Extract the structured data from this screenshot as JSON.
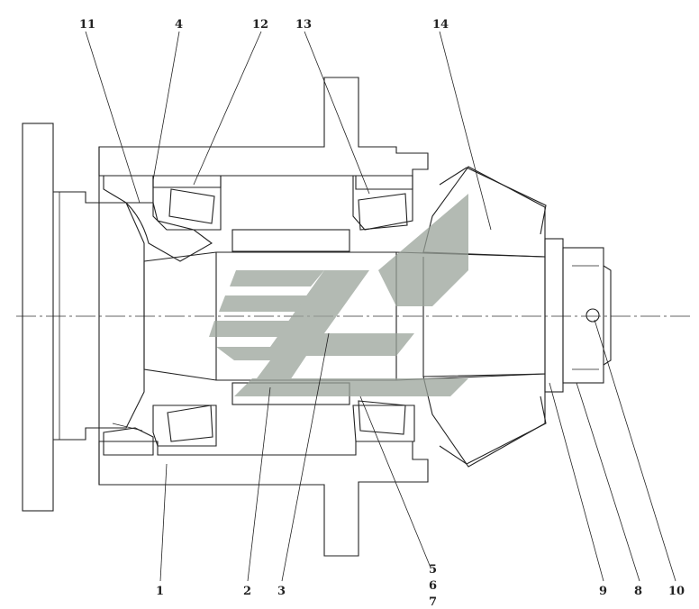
{
  "callouts": [
    {
      "id": "1",
      "text": "1"
    },
    {
      "id": "2",
      "text": "2"
    },
    {
      "id": "3",
      "text": "3"
    },
    {
      "id": "4",
      "text": "4"
    },
    {
      "id": "5",
      "text": "5"
    },
    {
      "id": "6",
      "text": "6"
    },
    {
      "id": "7",
      "text": "7"
    },
    {
      "id": "8",
      "text": "8"
    },
    {
      "id": "9",
      "text": "9"
    },
    {
      "id": "10",
      "text": "10"
    },
    {
      "id": "11",
      "text": "11"
    },
    {
      "id": "12",
      "text": "12"
    },
    {
      "id": "13",
      "text": "13"
    },
    {
      "id": "14",
      "text": "14"
    }
  ],
  "colors": {
    "line": "#222222",
    "watermark": "#9aa39a",
    "background": "#ffffff"
  },
  "watermark": {
    "kind": "logo-mark"
  }
}
